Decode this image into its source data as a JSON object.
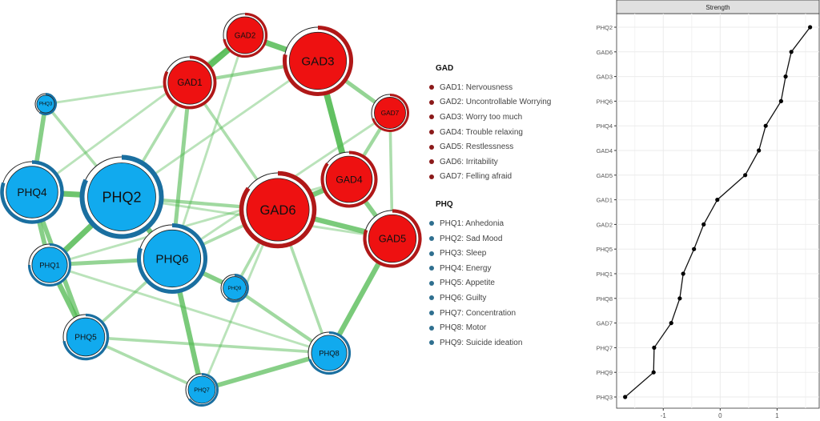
{
  "chart_data": [
    {
      "type": "network",
      "title": "",
      "colors": {
        "GAD": "#ee1111",
        "PHQ": "#11aaee",
        "edge": "#4cb84c",
        "GAD_ring": "#b01818",
        "PHQ_ring": "#1a6fa0"
      },
      "nodes": [
        {
          "id": "GAD1",
          "group": "GAD",
          "predictability": 0.82
        },
        {
          "id": "GAD2",
          "group": "GAD",
          "predictability": 0.72
        },
        {
          "id": "GAD3",
          "group": "GAD",
          "predictability": 0.78
        },
        {
          "id": "GAD4",
          "group": "GAD",
          "predictability": 0.85
        },
        {
          "id": "GAD5",
          "group": "GAD",
          "predictability": 0.8
        },
        {
          "id": "GAD6",
          "group": "GAD",
          "predictability": 0.85
        },
        {
          "id": "GAD7",
          "group": "GAD",
          "predictability": 0.7
        },
        {
          "id": "PHQ1",
          "group": "PHQ",
          "predictability": 0.75
        },
        {
          "id": "PHQ2",
          "group": "PHQ",
          "predictability": 0.82
        },
        {
          "id": "PHQ3",
          "group": "PHQ",
          "predictability": 0.6
        },
        {
          "id": "PHQ4",
          "group": "PHQ",
          "predictability": 0.8
        },
        {
          "id": "PHQ5",
          "group": "PHQ",
          "predictability": 0.72
        },
        {
          "id": "PHQ6",
          "group": "PHQ",
          "predictability": 0.8
        },
        {
          "id": "PHQ7",
          "group": "PHQ",
          "predictability": 0.65
        },
        {
          "id": "PHQ8",
          "group": "PHQ",
          "predictability": 0.7
        },
        {
          "id": "PHQ9",
          "group": "PHQ",
          "predictability": 0.6
        }
      ],
      "edges": [
        [
          "GAD1",
          "GAD2",
          0.9
        ],
        [
          "GAD2",
          "GAD3",
          0.8
        ],
        [
          "GAD1",
          "GAD3",
          0.4
        ],
        [
          "GAD3",
          "GAD7",
          0.5
        ],
        [
          "GAD3",
          "GAD4",
          0.9
        ],
        [
          "GAD4",
          "GAD6",
          0.7
        ],
        [
          "GAD4",
          "GAD5",
          0.6
        ],
        [
          "GAD6",
          "GAD5",
          0.7
        ],
        [
          "GAD7",
          "GAD4",
          0.4
        ],
        [
          "GAD7",
          "GAD5",
          0.3
        ],
        [
          "GAD5",
          "PHQ8",
          0.7
        ],
        [
          "GAD6",
          "PHQ8",
          0.3
        ],
        [
          "GAD6",
          "PHQ2",
          0.4
        ],
        [
          "GAD6",
          "PHQ6",
          0.3
        ],
        [
          "GAD1",
          "PHQ6",
          0.5
        ],
        [
          "GAD1",
          "PHQ2",
          0.3
        ],
        [
          "GAD1",
          "GAD6",
          0.3
        ],
        [
          "GAD2",
          "PHQ4",
          0.2
        ],
        [
          "GAD3",
          "PHQ2",
          0.2
        ],
        [
          "GAD6",
          "PHQ9",
          0.3
        ],
        [
          "PHQ3",
          "PHQ4",
          0.6
        ],
        [
          "PHQ3",
          "PHQ2",
          0.3
        ],
        [
          "PHQ3",
          "GAD1",
          0.2
        ],
        [
          "PHQ4",
          "PHQ2",
          0.8
        ],
        [
          "PHQ4",
          "PHQ1",
          0.6
        ],
        [
          "PHQ4",
          "PHQ5",
          0.6
        ],
        [
          "PHQ2",
          "PHQ1",
          0.8
        ],
        [
          "PHQ2",
          "PHQ6",
          0.7
        ],
        [
          "PHQ1",
          "PHQ6",
          0.5
        ],
        [
          "PHQ1",
          "PHQ5",
          0.7
        ],
        [
          "PHQ6",
          "PHQ9",
          0.6
        ],
        [
          "PHQ6",
          "PHQ7",
          0.7
        ],
        [
          "PHQ7",
          "PHQ8",
          0.6
        ],
        [
          "PHQ5",
          "PHQ8",
          0.3
        ],
        [
          "PHQ5",
          "PHQ7",
          0.3
        ],
        [
          "PHQ9",
          "PHQ8",
          0.4
        ],
        [
          "PHQ5",
          "PHQ6",
          0.3
        ],
        [
          "GAD7",
          "PHQ6",
          0.2
        ],
        [
          "GAD5",
          "PHQ2",
          0.2
        ],
        [
          "GAD4",
          "PHQ1",
          0.2
        ],
        [
          "PHQ8",
          "PHQ1",
          0.2
        ],
        [
          "GAD2",
          "PHQ6",
          0.2
        ],
        [
          "PHQ7",
          "GAD6",
          0.2
        ]
      ]
    },
    {
      "type": "line",
      "title": "Strength",
      "xlabel": "",
      "ylabel": "",
      "xlim": [
        -1.82,
        1.74
      ],
      "xticks": [
        "-1",
        "0",
        "1"
      ],
      "xtick_values": [
        -1,
        0,
        1
      ],
      "grid": true,
      "categories": [
        "PHQ2",
        "GAD6",
        "GAD3",
        "PHQ6",
        "PHQ4",
        "GAD4",
        "GAD5",
        "GAD1",
        "GAD2",
        "PHQ5",
        "PHQ1",
        "PHQ8",
        "GAD7",
        "PHQ7",
        "PHQ9",
        "PHQ3"
      ],
      "values": [
        1.58,
        1.25,
        1.15,
        1.07,
        0.8,
        0.68,
        0.44,
        -0.05,
        -0.29,
        -0.46,
        -0.65,
        -0.71,
        -0.86,
        -1.16,
        -1.17,
        -1.67
      ]
    }
  ],
  "legend": {
    "GAD": {
      "title": "GAD",
      "items": [
        "GAD1: Nervousness",
        "GAD2: Uncontrollable Worrying",
        "GAD3: Worry too much",
        "GAD4: Trouble relaxing",
        "GAD5: Restlessness",
        "GAD6: Irritability",
        "GAD7: Felling afraid"
      ]
    },
    "PHQ": {
      "title": "PHQ",
      "items": [
        "PHQ1: Anhedonia",
        "PHQ2: Sad Mood",
        "PHQ3: Sleep",
        "PHQ4: Energy",
        "PHQ5: Appetite",
        "PHQ6: Guilty",
        "PHQ7: Concentration",
        "PHQ8: Motor",
        "PHQ9: Suicide ideation"
      ]
    }
  }
}
